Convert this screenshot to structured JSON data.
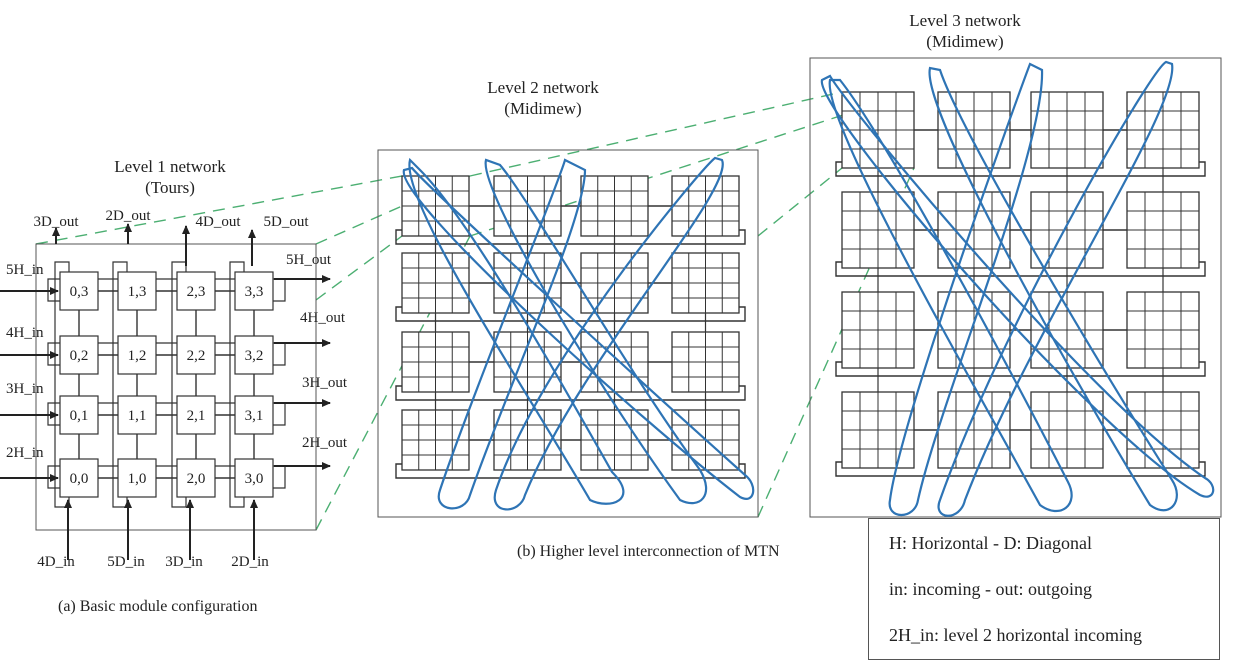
{
  "level1": {
    "title": "Level 1 network",
    "subtitle": "(Tours)",
    "caption": "(a) Basic module configuration",
    "nodes": [
      [
        "0,3",
        "1,3",
        "2,3",
        "3,3"
      ],
      [
        "0,2",
        "1,2",
        "2,2",
        "3,2"
      ],
      [
        "0,1",
        "1,1",
        "2,1",
        "3,1"
      ],
      [
        "0,0",
        "1,0",
        "2,0",
        "3,0"
      ]
    ],
    "ports": {
      "top_outputs": [
        "3D_out",
        "2D_out",
        "4D_out",
        "5D_out"
      ],
      "bottom_inputs": [
        "4D_in",
        "5D_in",
        "3D_in",
        "2D_in"
      ],
      "left_inputs": [
        "5H_in",
        "4H_in",
        "3H_in",
        "2H_in"
      ],
      "right_outputs": [
        "5H_out",
        "4H_out",
        "3H_out",
        "2H_out"
      ]
    }
  },
  "level2": {
    "title": "Level 2 network",
    "subtitle": "(Midimew)"
  },
  "level3": {
    "title": "Level 3 network",
    "subtitle": "(Midimew)"
  },
  "caption_b": "(b) Higher level interconnection of MTN",
  "legend": [
    "H: Horizontal - D: Diagonal",
    "in: incoming - out: outgoing",
    "2H_in: level 2 horizontal incoming"
  ],
  "colors": {
    "midimew_link": "#2e74b5",
    "projection_line": "#4caf72",
    "line": "#333333"
  }
}
